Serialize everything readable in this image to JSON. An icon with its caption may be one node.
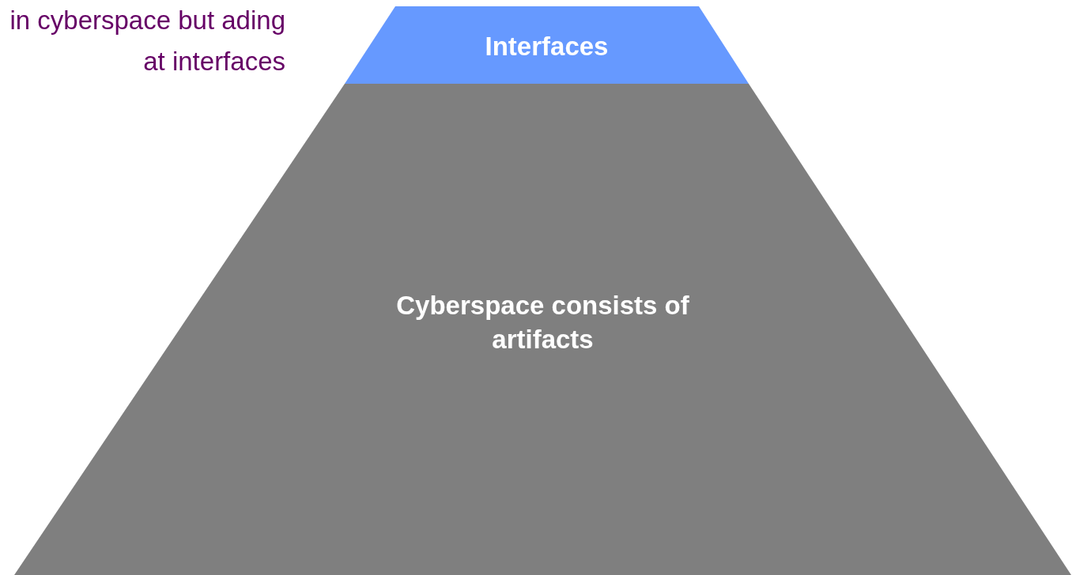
{
  "diagram": {
    "nodes": [
      {
        "text": [
          "Interfaces"
        ]
      },
      {
        "text": [
          "Cyberspace consists of artifacts"
        ]
      }
    ],
    "labels": [
      "in cyberspace but ading at interfaces"
    ]
  }
}
